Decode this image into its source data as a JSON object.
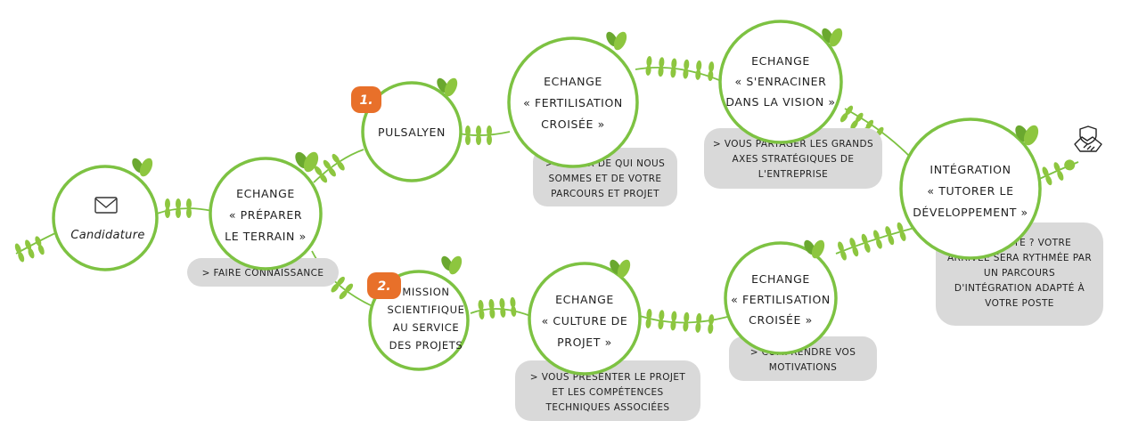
{
  "nodes": {
    "candidature": {
      "label": "Candidature"
    },
    "preparer": {
      "lines": [
        "ECHANGE",
        "« PRÉPARER",
        "LE TERRAIN »"
      ]
    },
    "pulsalyen": {
      "lines": [
        "PULSALYEN"
      ],
      "badge": "1."
    },
    "mission": {
      "lines": [
        "MISSION",
        "SCIENTIFIQUE",
        "AU SERVICE",
        "DES PROJETS"
      ],
      "badge": "2."
    },
    "fertilisation_top": {
      "lines": [
        "ECHANGE",
        "« FERTILISATION",
        "CROISÉE »"
      ]
    },
    "culture": {
      "lines": [
        "ECHANGE",
        "« CULTURE DE",
        "PROJET »"
      ]
    },
    "enraciner": {
      "lines": [
        "ECHANGE",
        "« S'ENRACINER",
        "DANS LA VISION »"
      ]
    },
    "fertilisation_bottom": {
      "lines": [
        "ECHANGE",
        "« FERTILISATION",
        "CROISÉE »"
      ]
    },
    "integration": {
      "lines": [
        "INTÉGRATION",
        "« TUTORER LE",
        "DÉVELOPPEMENT »"
      ]
    }
  },
  "notes": {
    "faire_connaissance": {
      "lines": [
        "> FAIRE CONNAISSANCE"
      ]
    },
    "parler": {
      "lines": [
        "> PARLER DE QUI NOUS",
        "SOMMES ET DE VOTRE",
        "PARCOURS ET PROJET"
      ]
    },
    "partager": {
      "lines": [
        "> VOUS PARTAGER LES GRANDS",
        "AXES STRATÉGIQUES DE",
        "L'ENTREPRISE"
      ]
    },
    "presenter": {
      "lines": [
        "> VOUS PRÉSENTER LE PROJET",
        "ET LES COMPÉTENCES",
        "TECHNIQUES ASSOCIÉES"
      ]
    },
    "motivations": {
      "lines": [
        "> COMPRENDRE VOS",
        "MOTIVATIONS"
      ]
    },
    "ensuite": {
      "lines": [
        "ET ENSUITE ? VOTRE",
        "ARRIVÉE SERA RYTHMÉE PAR",
        "UN PARCOURS",
        "D'INTÉGRATION ADAPTÉ À",
        "VOTRE POSTE"
      ]
    }
  },
  "icons": {
    "envelope": "envelope-icon",
    "handshake": "handshake-icon",
    "leaf": "leaf-icon"
  },
  "colors": {
    "green": "#7dc242",
    "badge_orange": "#e8702a",
    "note_grey": "#d9d9d9",
    "text": "#1f1f1f"
  }
}
